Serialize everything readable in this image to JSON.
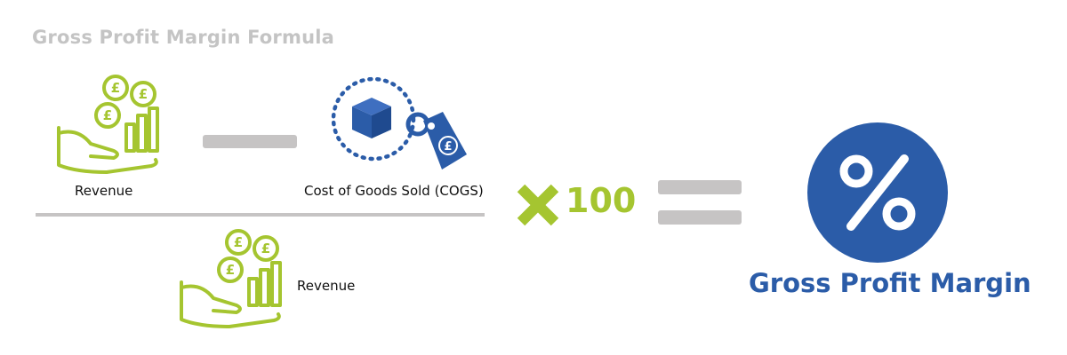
{
  "title": "Gross Profit Margin Formula",
  "numerator": {
    "left_term": {
      "label": "Revenue",
      "icon": "revenue-hand-coins-chart-icon"
    },
    "operator": "minus",
    "right_term": {
      "label": "Cost of Goods Sold (COGS)",
      "icon": "cogs-box-price-tag-icon"
    }
  },
  "denominator": {
    "label": "Revenue",
    "icon": "revenue-hand-coins-chart-icon"
  },
  "multiplier": {
    "symbol_icon": "multiply-icon",
    "value": "100"
  },
  "equals_icon": "equals-icon",
  "result": {
    "label": "Gross Profit Margin",
    "icon": "percent-circle-icon"
  },
  "currency_symbol": "£",
  "colors": {
    "title": "#c4c4c4",
    "lime": "#a5c530",
    "blue": "#2b5ca8",
    "operator_gray": "#c6c4c4",
    "text": "#111111"
  }
}
